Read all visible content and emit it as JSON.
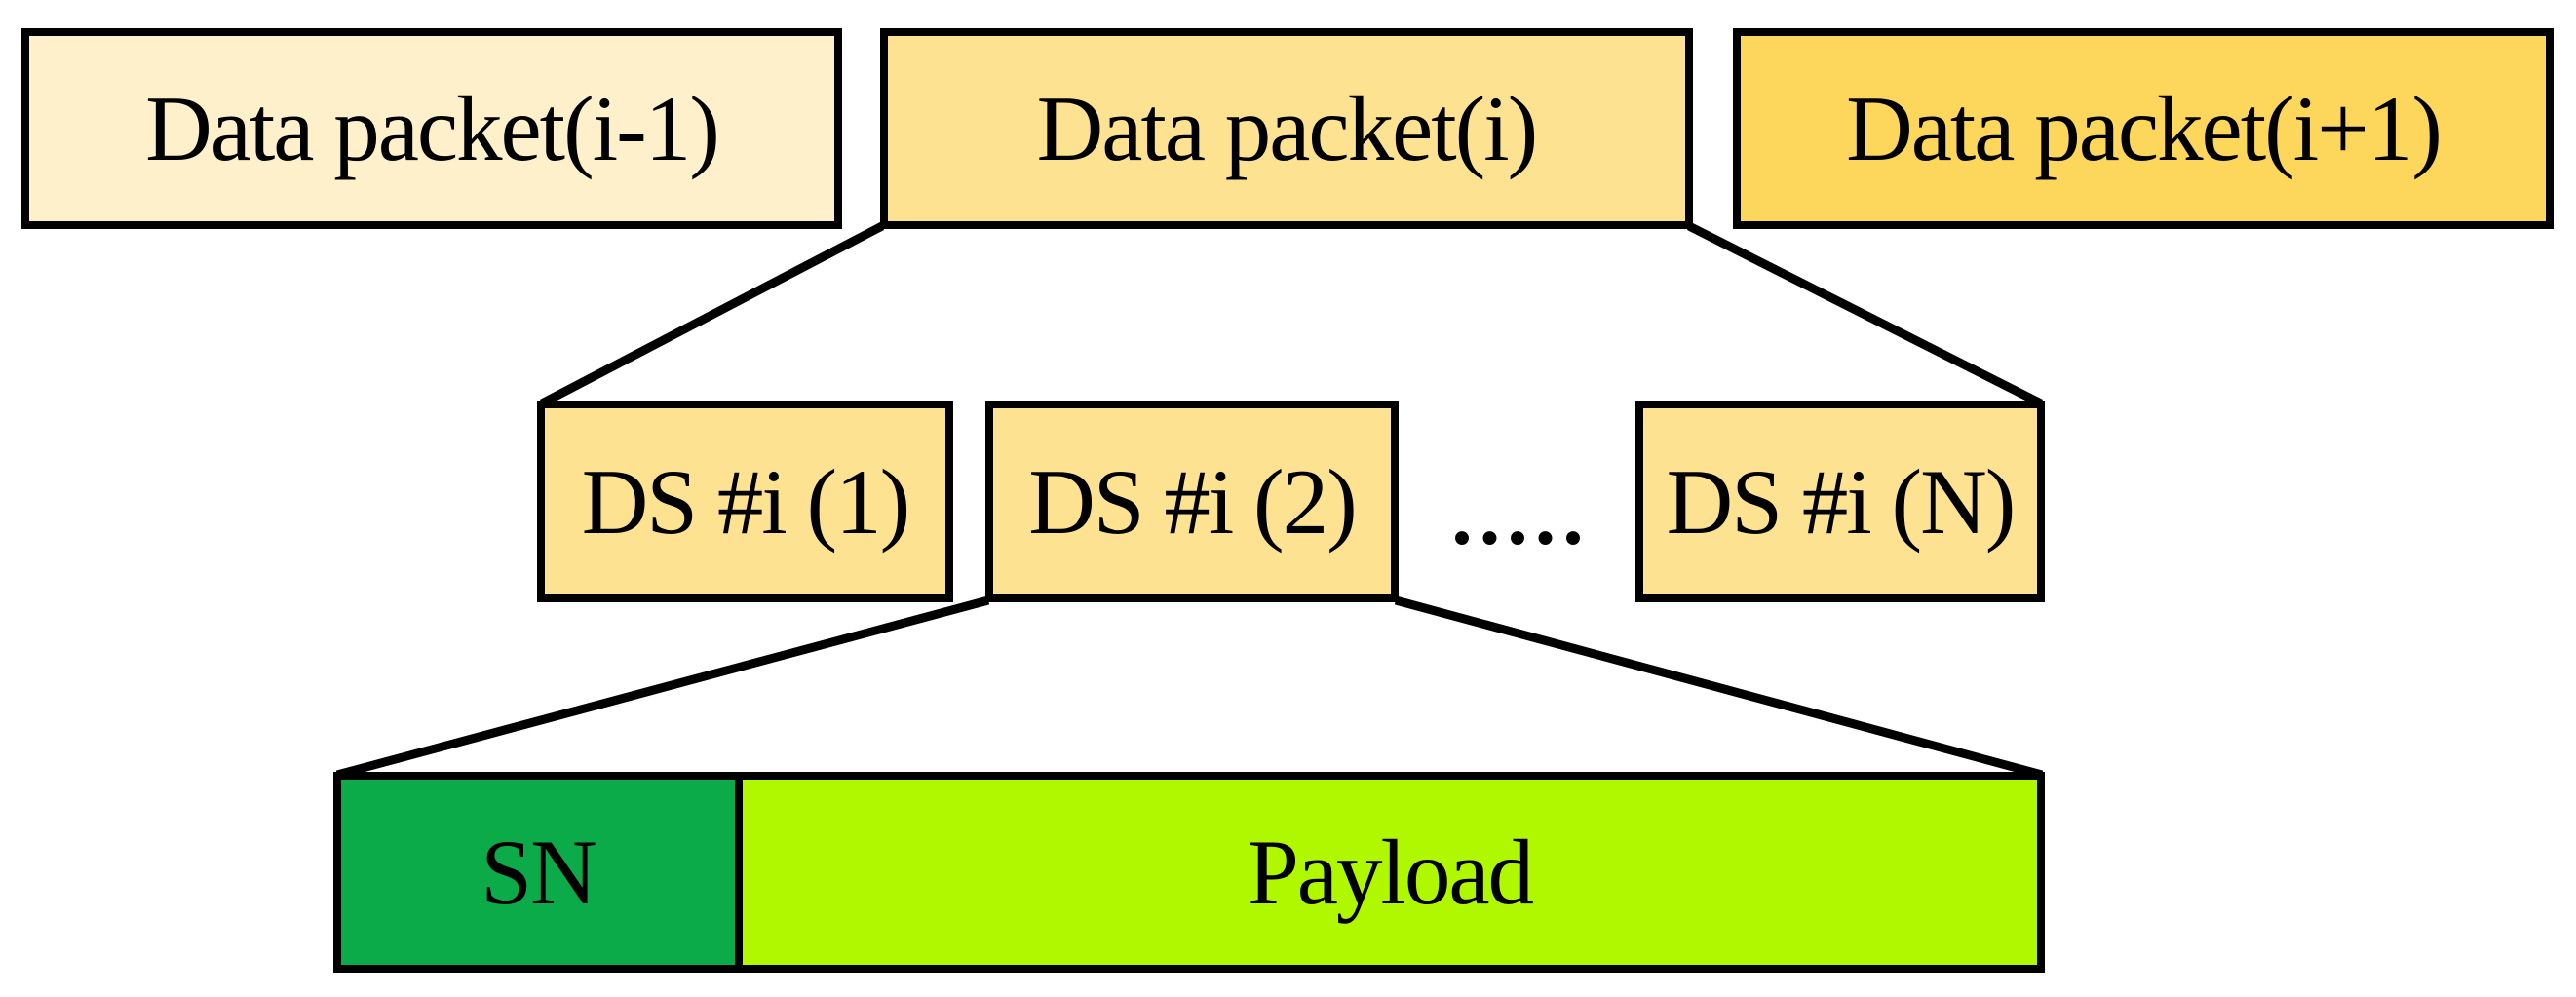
{
  "diagram": {
    "packet_row": [
      {
        "label": "Data packet(i-1)"
      },
      {
        "label": "Data packet(i)"
      },
      {
        "label": "Data packet(i+1)"
      }
    ],
    "segment_row": [
      {
        "label": "DS #i (1)"
      },
      {
        "label": "DS #i (2)"
      },
      {
        "label": "DS #i (N)"
      }
    ],
    "ellipsis": ".....",
    "field_row": [
      {
        "label": "SN"
      },
      {
        "label": "Payload"
      }
    ]
  },
  "colors": {
    "background": "#ffffff",
    "border": "#000000",
    "packet_prev": "#fdf0ca",
    "packet_current": "#fde391",
    "packet_next": "#fdd75c",
    "segment": "#fde391",
    "sn": "#0bab4a",
    "payload": "#b0f800",
    "line": "#000000"
  }
}
